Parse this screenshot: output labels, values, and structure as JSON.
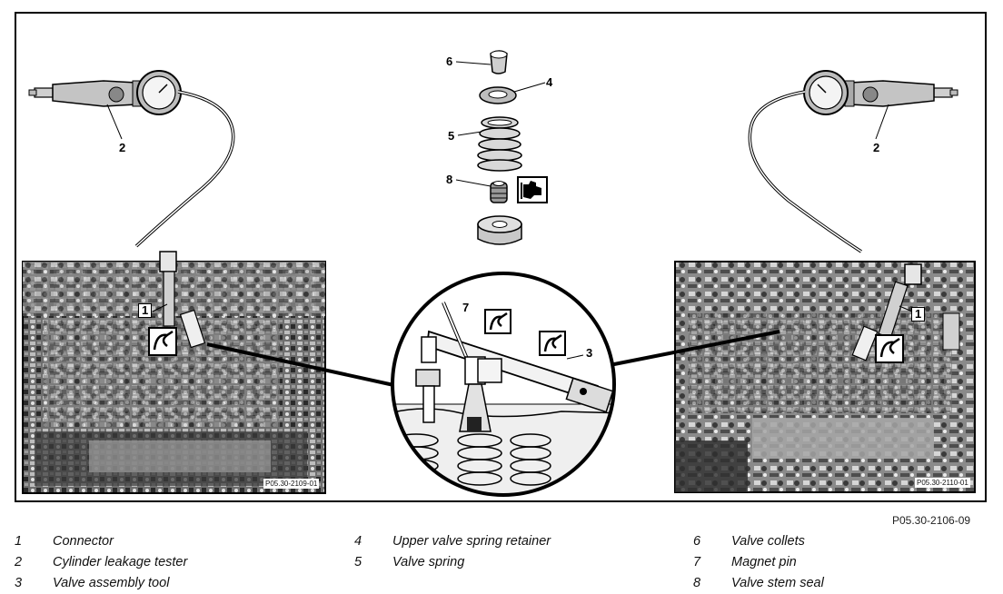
{
  "figure": {
    "code": "P05.30-2106-09",
    "photo_left_code": "P05.30-2109-01",
    "photo_right_code": "P05.30-2110-01",
    "callouts": {
      "connector_left": "1",
      "connector_right": "1",
      "tester_left": "2",
      "tester_right": "2",
      "assembly_tool": "3",
      "upper_retainer": "4",
      "valve_spring": "5",
      "valve_collets": "6",
      "magnet_pin": "7",
      "stem_seal": "8"
    }
  },
  "legend": {
    "col1": [
      {
        "num": "1",
        "text": "Connector"
      },
      {
        "num": "2",
        "text": "Cylinder leakage tester"
      },
      {
        "num": "3",
        "text": "Valve assembly tool"
      }
    ],
    "col2": [
      {
        "num": "4",
        "text": "Upper valve spring retainer"
      },
      {
        "num": "5",
        "text": "Valve spring"
      }
    ],
    "col3": [
      {
        "num": "6",
        "text": "Valve collets"
      },
      {
        "num": "7",
        "text": "Magnet pin"
      },
      {
        "num": "8",
        "text": "Valve stem seal"
      }
    ]
  },
  "colors": {
    "ink": "#000000",
    "photo_dark": "#2b2b2b",
    "photo_mid": "#7a7a7a",
    "photo_light": "#c8c8c8"
  },
  "icons": [
    "pressure-gauge-icon",
    "tool-symbol-icon",
    "grease-symbol-icon"
  ]
}
